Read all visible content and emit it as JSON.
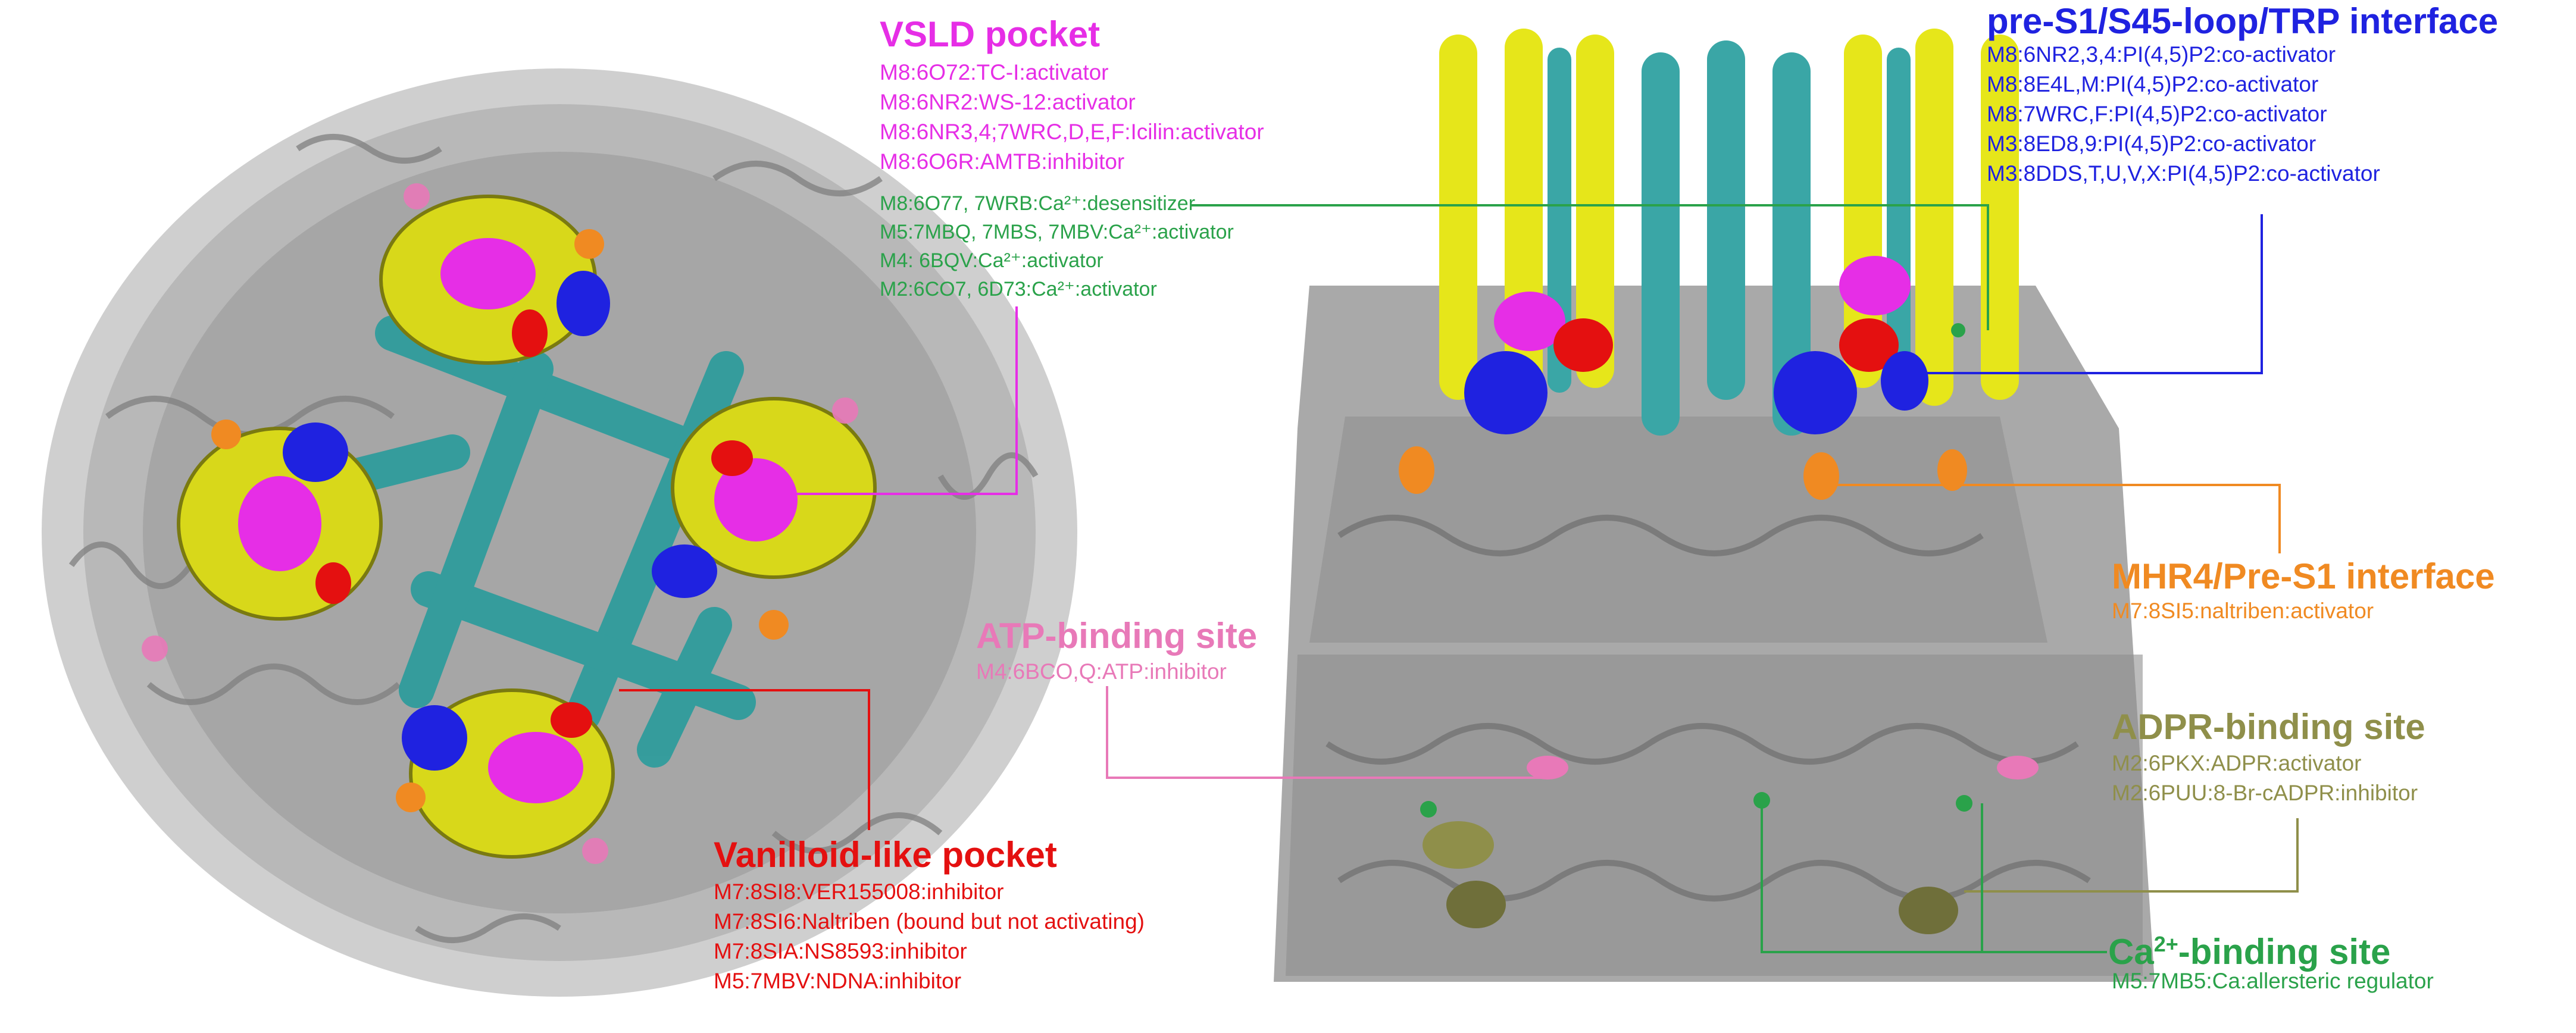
{
  "colors": {
    "vsld": "#e62ee6",
    "green": "#2aa24a",
    "blue": "#1f22e0",
    "orange": "#f08a22",
    "pink": "#e879b8",
    "olive": "#8f8f4a",
    "red": "#e41010",
    "yellow_helix": "#e6e61a",
    "teal_helix": "#3aa6a6",
    "gray_structure": "#9a9a9a"
  },
  "sites": {
    "vsld": {
      "title": "VSLD pocket",
      "items": [
        "M8:6O72:TC-I:activator",
        "M8:6NR2:WS-12:activator",
        "M8:6NR3,4;7WRC,D,E,F:Icilin:activator",
        "M8:6O6R:AMTB:inhibitor"
      ],
      "ca_items": [
        "M8:6O77, 7WRB:Ca²⁺:desensitizer",
        "M5:7MBQ, 7MBS, 7MBV:Ca²⁺:activator",
        "M4: 6BQV:Ca²⁺:activator",
        "M2:6CO7, 6D73:Ca²⁺:activator"
      ]
    },
    "pre_s1": {
      "title": "pre-S1/S45-loop/TRP interface",
      "items": [
        "M8:6NR2,3,4:PI(4,5)P2:co-activator",
        "M8:8E4L,M:PI(4,5)P2:co-activator",
        "M8:7WRC,F:PI(4,5)P2:co-activator",
        "M3:8ED8,9:PI(4,5)P2:co-activator",
        "M3:8DDS,T,U,V,X:PI(4,5)P2:co-activator"
      ]
    },
    "mhr4": {
      "title": "MHR4/Pre-S1 interface",
      "items": [
        "M7:8SI5:naltriben:activator"
      ]
    },
    "atp": {
      "title": "ATP-binding site",
      "items": [
        "M4:6BCO,Q:ATP:inhibitor"
      ]
    },
    "adpr": {
      "title": "ADPR-binding site",
      "items": [
        "M2:6PKX:ADPR:activator",
        "M2:6PUU:8-Br-cADPR:inhibitor"
      ]
    },
    "vanilloid": {
      "title": "Vanilloid-like pocket",
      "items": [
        "M7:8SI8:VER155008:inhibitor",
        "M7:8SI6:Naltriben (bound but not activating)",
        "M7:8SIA:NS8593:inhibitor",
        "M5:7MBV:NDNA:inhibitor"
      ]
    },
    "ca": {
      "title_main": "Ca",
      "title_sup": "2+",
      "title_rest": "-binding site",
      "items": [
        "M5:7MB5:Ca:allersteric regulator"
      ]
    }
  }
}
